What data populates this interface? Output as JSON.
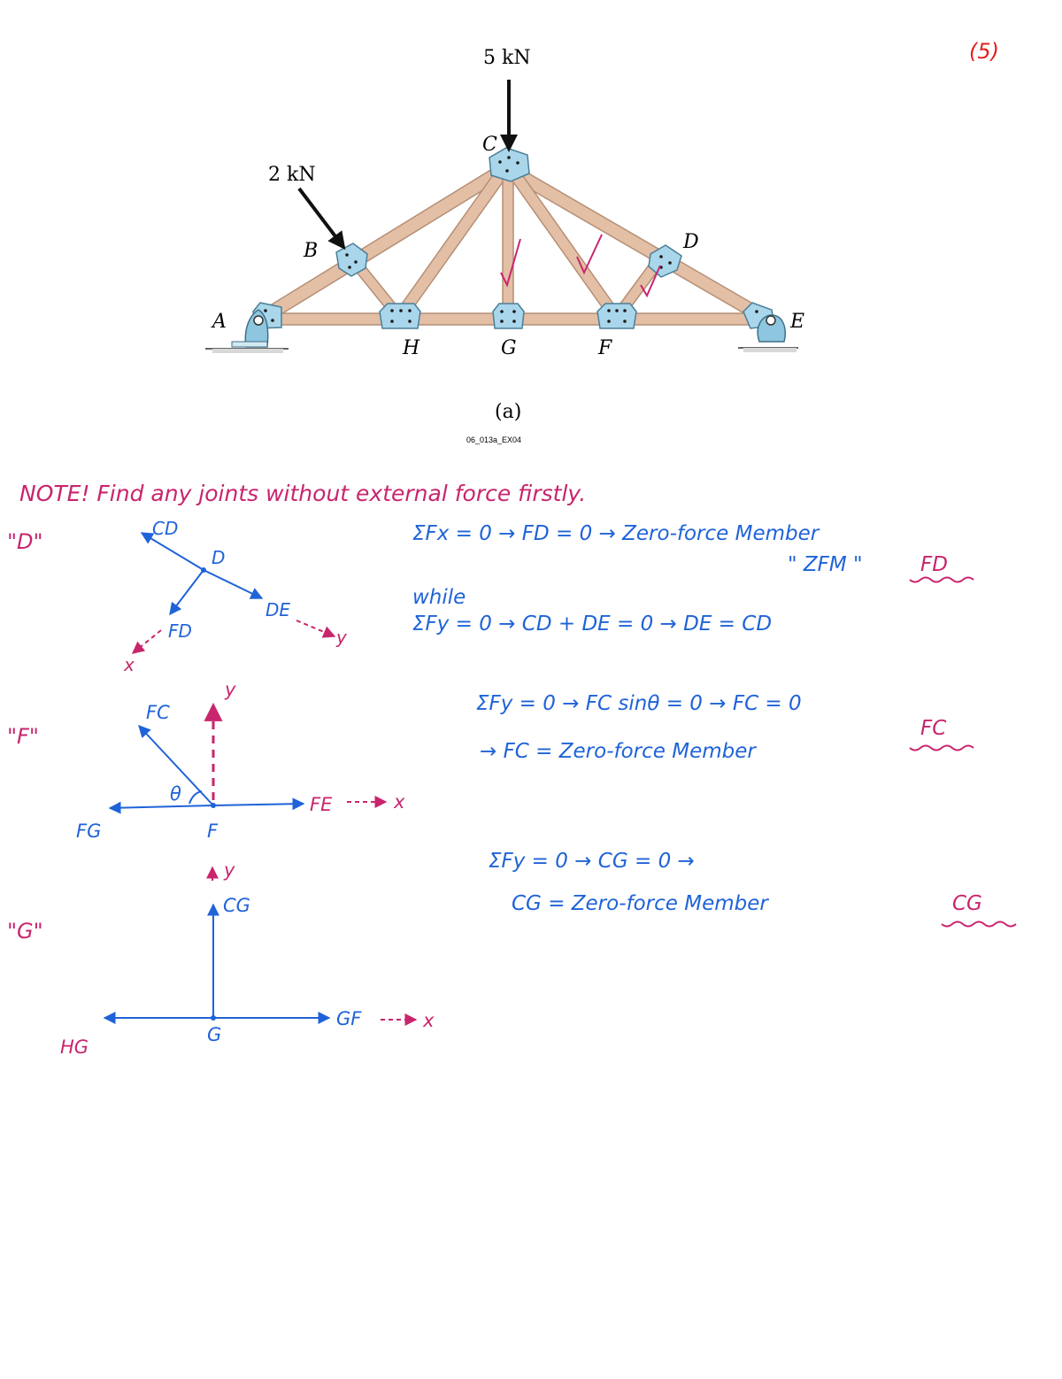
{
  "page_number": "(5)",
  "figure": {
    "loads": {
      "vertical": "5 kN",
      "inclined": "2 kN"
    },
    "joints": {
      "A": "A",
      "B": "B",
      "C": "C",
      "D": "D",
      "E": "E",
      "F": "F",
      "G": "G",
      "H": "H"
    },
    "caption": "(a)",
    "code": "06_013a_EX04"
  },
  "note": "NOTE! Find any joints without external force firstly.",
  "joint_d": {
    "title": "\"D\"",
    "labels": {
      "cd": "CD",
      "d": "D",
      "fd": "FD",
      "de": "DE",
      "x": "x",
      "y": "y"
    },
    "eq1": "ΣFx = 0 → FD = 0 → Zero-force Member",
    "eq1b": "\" ZFM \"",
    "eq1c": "FD",
    "while": "while",
    "eq2": "ΣFy = 0 → CD + DE = 0 → DE = CD"
  },
  "joint_f": {
    "title": "\"F\"",
    "labels": {
      "fc": "FC",
      "y": "y",
      "theta": "θ",
      "fg": "FG",
      "f": "F",
      "fe": "FE",
      "x": "x"
    },
    "eq1": "ΣFy = 0 → FC sinθ = 0 → FC = 0",
    "eq2": "→ FC = Zero-force Member",
    "eq2b": "FC"
  },
  "joint_g": {
    "title": "\"G\"",
    "labels": {
      "y": "y",
      "cg": "CG",
      "hg": "HG",
      "g": "G",
      "gf": "GF",
      "x": "x"
    },
    "eq1": "ΣFy = 0 → CG = 0 →",
    "eq2": "CG = Zero-force Member",
    "eq2b": "CG"
  },
  "colors": {
    "blue_ink": "#1f63d8",
    "magenta_ink": "#c8256d",
    "red_ink": "#e0221e",
    "wood": "#e3bfa6",
    "plate": "#a9d6ea"
  }
}
